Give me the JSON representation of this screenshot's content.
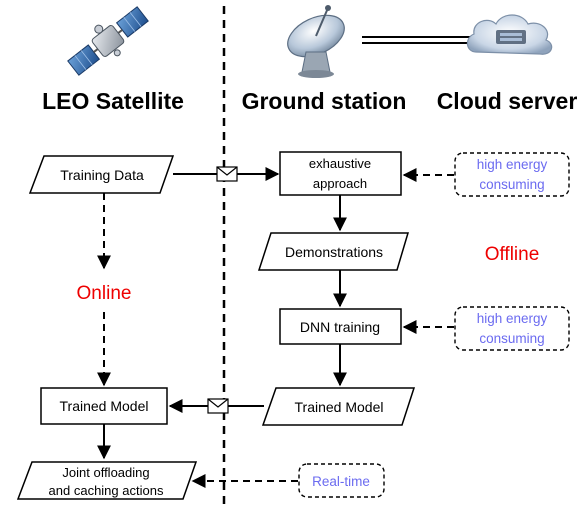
{
  "headers": {
    "satellite": "LEO Satellite",
    "ground": "Ground station",
    "cloud": "Cloud server"
  },
  "nodes": {
    "training_data": "Training Data",
    "exhaustive_line1": "exhaustive",
    "exhaustive_line2": "approach",
    "demonstrations": "Demonstrations",
    "dnn_training": "DNN training",
    "trained_model_ground": "Trained Model",
    "trained_model_sat": "Trained Model",
    "joint_line1": "Joint offloading",
    "joint_line2": "and caching actions"
  },
  "notes": {
    "energy1_line1": "high energy",
    "energy1_line2": "consuming",
    "energy2_line1": "high energy",
    "energy2_line2": "consuming",
    "realtime": "Real-time"
  },
  "modes": {
    "online": "Online",
    "offline": "Offline"
  },
  "colors": {
    "mode_text": "#ee0000",
    "note_text": "#6b6bf0"
  },
  "icons": [
    "satellite-icon",
    "dish-antenna-icon",
    "cloud-server-icon",
    "envelope-icon"
  ]
}
